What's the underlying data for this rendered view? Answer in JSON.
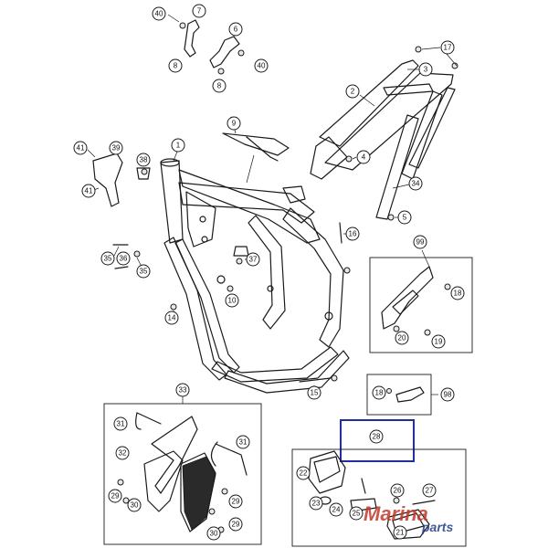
{
  "diagram": {
    "callouts": {
      "c40a": "40",
      "c7": "7",
      "c8a": "8",
      "c6": "6",
      "c40b": "40",
      "c8b": "8",
      "c17": "17",
      "c3": "3",
      "c2": "2",
      "c9": "9",
      "c1": "1",
      "c41a": "41",
      "c39": "39",
      "c38": "38",
      "c41b": "41",
      "c4": "4",
      "c34": "34",
      "c5": "5",
      "c16": "16",
      "c37": "37",
      "c35a": "35",
      "c36": "36",
      "c35b": "35",
      "c10": "10",
      "c14": "14",
      "c99": "99",
      "c18a": "18",
      "c20": "20",
      "c19": "19",
      "c15": "15",
      "c18b": "18",
      "c98": "98",
      "c33": "33",
      "c31a": "31",
      "c32": "32",
      "c31b": "31",
      "c29a": "29",
      "c30a": "30",
      "c29b": "29",
      "c30b": "30",
      "c29c": "29",
      "c28": "28",
      "c22": "22",
      "c23": "23",
      "c24": "24",
      "c25": "25",
      "c26": "26",
      "c27": "27",
      "c21": "21"
    },
    "highlight_color": "#1f2f9e"
  },
  "watermark": {
    "word1": "Marina",
    "word2": "parts",
    "color1": "#c0392b",
    "color2": "#1f3c88"
  }
}
